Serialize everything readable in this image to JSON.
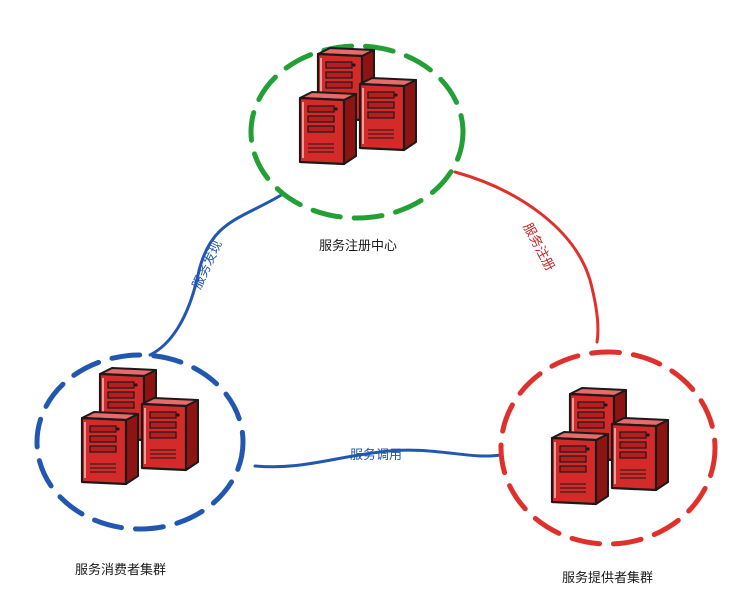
{
  "colors": {
    "registry": "#22a035",
    "consumer": "#2257b0",
    "provider": "#e0302b",
    "server_fill": "#d42a2a",
    "server_dark": "#8e1414",
    "server_light": "#e86a6a"
  },
  "nodes": {
    "registry": {
      "label": "服务注册中心",
      "icon": "server-cluster-icon"
    },
    "consumer": {
      "label": "服务消费者集群",
      "icon": "server-cluster-icon"
    },
    "provider": {
      "label": "服务提供者集群",
      "icon": "server-cluster-icon"
    }
  },
  "edges": {
    "discovery": {
      "label": "服务发现"
    },
    "registration": {
      "label": "服务注册"
    },
    "invocation": {
      "label": "服务调用"
    }
  }
}
